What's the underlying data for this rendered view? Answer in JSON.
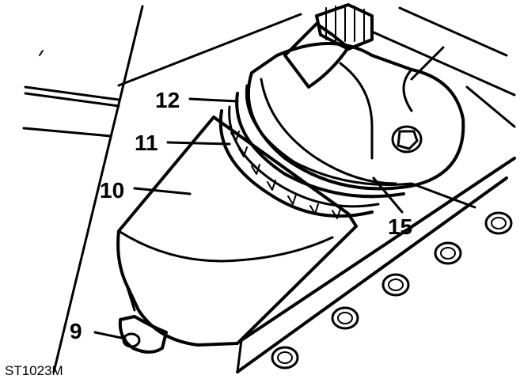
{
  "diagram": {
    "callouts": {
      "c9": "9",
      "c10": "10",
      "c11": "11",
      "c12": "12",
      "c15": "15"
    },
    "figure_ref": "ST1023M"
  }
}
